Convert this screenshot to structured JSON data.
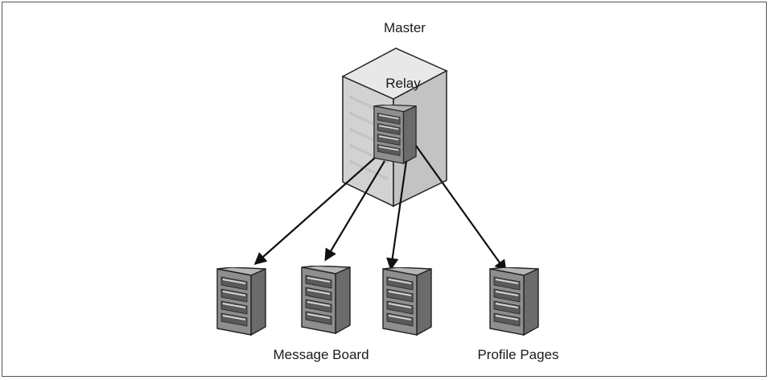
{
  "labels": {
    "master": "Master",
    "relay": "Relay",
    "message_board": "Message Board",
    "profile_pages": "Profile Pages"
  },
  "colors": {
    "server_front": "#8c8c8c",
    "server_side": "#6a6a6a",
    "server_top": "#b3b3b3",
    "server_bay": "#595959",
    "server_bay_light": "#d8d8d8",
    "master_box_front": "#d4d4d4",
    "master_box_side": "#bdbdbd",
    "master_box_top": "#e6e6e6",
    "outline": "#222222",
    "arrow": "#111111"
  },
  "icons": {
    "server": "server-rack-icon",
    "master": "master-box-icon",
    "arrow": "arrow-icon"
  },
  "servers": [
    {
      "id": "relay",
      "label_key": "relay"
    },
    {
      "id": "slave-1",
      "label_key": ""
    },
    {
      "id": "slave-2",
      "label_key": "message_board"
    },
    {
      "id": "slave-3",
      "label_key": ""
    },
    {
      "id": "slave-4",
      "label_key": "profile_pages"
    }
  ]
}
